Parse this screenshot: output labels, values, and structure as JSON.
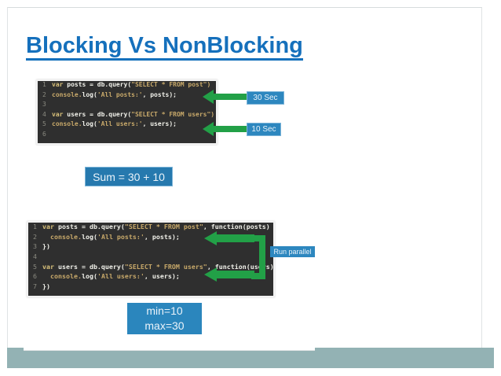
{
  "slide": {
    "title": "Blocking Vs NonBlocking",
    "title_color": "#1570bc",
    "background_color": "#ffffff",
    "footer_color": "#93b2b4",
    "accent_blue": "#2d87bf",
    "arrow_green": "#22a047",
    "code_background": "#2f2f2f"
  },
  "code_block_blocking": {
    "name": "blocking-code",
    "lines": [
      {
        "number": "1",
        "segments": [
          {
            "text": "var ",
            "style": "kw"
          },
          {
            "text": "posts = db.query(",
            "style": "plain"
          },
          {
            "text": "\"SELECT * FROM post\")",
            "style": "dim"
          }
        ]
      },
      {
        "number": "2",
        "segments": [
          {
            "text": "console.",
            "style": "dim"
          },
          {
            "text": "log",
            "style": "plain"
          },
          {
            "text": "(",
            "style": "plain"
          },
          {
            "text": "'All posts:'",
            "style": "dim"
          },
          {
            "text": ", posts);",
            "style": "plain"
          }
        ]
      },
      {
        "number": "3",
        "segments": []
      },
      {
        "number": "4",
        "segments": [
          {
            "text": "var ",
            "style": "kw"
          },
          {
            "text": "users = db.query(",
            "style": "plain"
          },
          {
            "text": "\"SELECT * FROM users\")",
            "style": "dim"
          }
        ]
      },
      {
        "number": "5",
        "segments": [
          {
            "text": "console.",
            "style": "dim"
          },
          {
            "text": "log",
            "style": "plain"
          },
          {
            "text": "(",
            "style": "plain"
          },
          {
            "text": "'All users:'",
            "style": "dim"
          },
          {
            "text": ", users);",
            "style": "plain"
          }
        ]
      },
      {
        "number": "6",
        "segments": []
      }
    ]
  },
  "code_block_nonblocking": {
    "name": "nonblocking-code",
    "lines": [
      {
        "number": "1",
        "segments": [
          {
            "text": "var ",
            "style": "kw"
          },
          {
            "text": "posts = db.query(",
            "style": "plain"
          },
          {
            "text": "\"SELECT * FROM post\"",
            "style": "dim"
          },
          {
            "text": ", function(posts) {",
            "style": "plain"
          }
        ]
      },
      {
        "number": "2",
        "segments": [
          {
            "text": "  console.",
            "style": "dim"
          },
          {
            "text": "log",
            "style": "plain"
          },
          {
            "text": "(",
            "style": "plain"
          },
          {
            "text": "'All posts:'",
            "style": "dim"
          },
          {
            "text": ", posts);",
            "style": "plain"
          }
        ]
      },
      {
        "number": "3",
        "segments": [
          {
            "text": "})",
            "style": "plain"
          }
        ]
      },
      {
        "number": "4",
        "segments": []
      },
      {
        "number": "5",
        "segments": [
          {
            "text": "var ",
            "style": "kw"
          },
          {
            "text": "users = db.query(",
            "style": "plain"
          },
          {
            "text": "\"SELECT * FROM users\"",
            "style": "dim"
          },
          {
            "text": ", function(users)",
            "style": "plain"
          }
        ]
      },
      {
        "number": "6",
        "segments": [
          {
            "text": "  console.",
            "style": "dim"
          },
          {
            "text": "log",
            "style": "plain"
          },
          {
            "text": "(",
            "style": "plain"
          },
          {
            "text": "'All users:'",
            "style": "dim"
          },
          {
            "text": ", users);",
            "style": "plain"
          }
        ]
      },
      {
        "number": "7",
        "segments": [
          {
            "text": "})",
            "style": "plain"
          }
        ]
      }
    ]
  },
  "labels": {
    "thirty_sec": "30 Sec",
    "ten_sec": "10 Sec",
    "sum": "Sum = 30 + 10",
    "run_parallel": "Run parallel",
    "min": "min=10",
    "max": "max=30"
  }
}
